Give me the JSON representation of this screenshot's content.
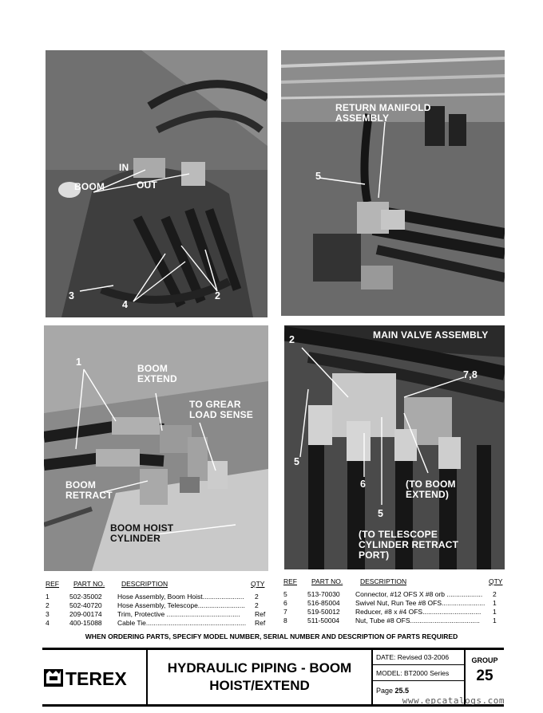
{
  "photo1": {
    "callouts": {
      "in": "IN",
      "boom": "BOOM",
      "out": "OUT",
      "c3": "3",
      "c4": "4",
      "c2": "2"
    }
  },
  "photo2": {
    "callouts": {
      "return_manifold": "RETURN MANIFOLD\nASSEMBLY",
      "c5": "5"
    }
  },
  "photo3": {
    "callouts": {
      "c1": "1",
      "boom_extend": "BOOM\nEXTEND",
      "to_grear": "TO GREAR\nLOAD SENSE",
      "boom_retract": "BOOM\nRETRACT",
      "boom_hoist_cylinder": "BOOM HOIST\nCYLINDER"
    }
  },
  "photo4": {
    "callouts": {
      "main_valve": "MAIN VALVE ASSEMBLY",
      "c2": "2",
      "c78": "7,8",
      "c5a": "5",
      "c6": "6",
      "c5b": "5",
      "to_boom_extend": "(TO BOOM\nEXTEND)",
      "to_telescope": "(TO TELESCOPE\nCYLINDER RETRACT\nPORT)"
    }
  },
  "parts_headers": {
    "ref": "REF",
    "part_no": "PART NO.",
    "description": "DESCRIPTION",
    "qty": "QTY"
  },
  "parts_left": [
    {
      "ref": "1",
      "part_no": "502-35002",
      "description": "Hose Assembly, Boom Hoist......................",
      "qty": "2"
    },
    {
      "ref": "2",
      "part_no": "502-40720",
      "description": "Hose Assembly, Telescope.........................",
      "qty": "2"
    },
    {
      "ref": "3",
      "part_no": "209-00174",
      "description": "Trim, Protective .......................................",
      "qty": "Ref"
    },
    {
      "ref": "4",
      "part_no": "400-15088",
      "description": "Cable Tie.....................................................",
      "qty": "Ref"
    }
  ],
  "parts_right": [
    {
      "ref": "5",
      "part_no": "513-70030",
      "description": "Connector, #12 OFS X #8 orb ...................",
      "qty": "2"
    },
    {
      "ref": "6",
      "part_no": "516-85004",
      "description": "Swivel Nut, Run Tee #8 OFS.......................",
      "qty": "1"
    },
    {
      "ref": "7",
      "part_no": "519-50012",
      "description": "Reducer, #8 x #4 OFS...............................",
      "qty": "1"
    },
    {
      "ref": "8",
      "part_no": "511-50004",
      "description": "Nut, Tube #8 OFS.....................................",
      "qty": "1"
    }
  ],
  "order_note": "WHEN ORDERING PARTS, SPECIFY MODEL NUMBER, SERIAL NUMBER AND DESCRIPTION OF PARTS REQUIRED",
  "title_block": {
    "brand": "TEREX",
    "title_line1": "HYDRAULIC PIPING - BOOM",
    "title_line2": "HOIST/EXTEND",
    "date_label": "DATE:",
    "date_value": "Revised 03-2006",
    "model_label": "MODEL:",
    "model_value": "BT2000 Series",
    "page_label": "Page",
    "page_value": "25.5",
    "group_label": "GROUP",
    "group_value": "25"
  },
  "watermark": "www.epcatalogs.com"
}
